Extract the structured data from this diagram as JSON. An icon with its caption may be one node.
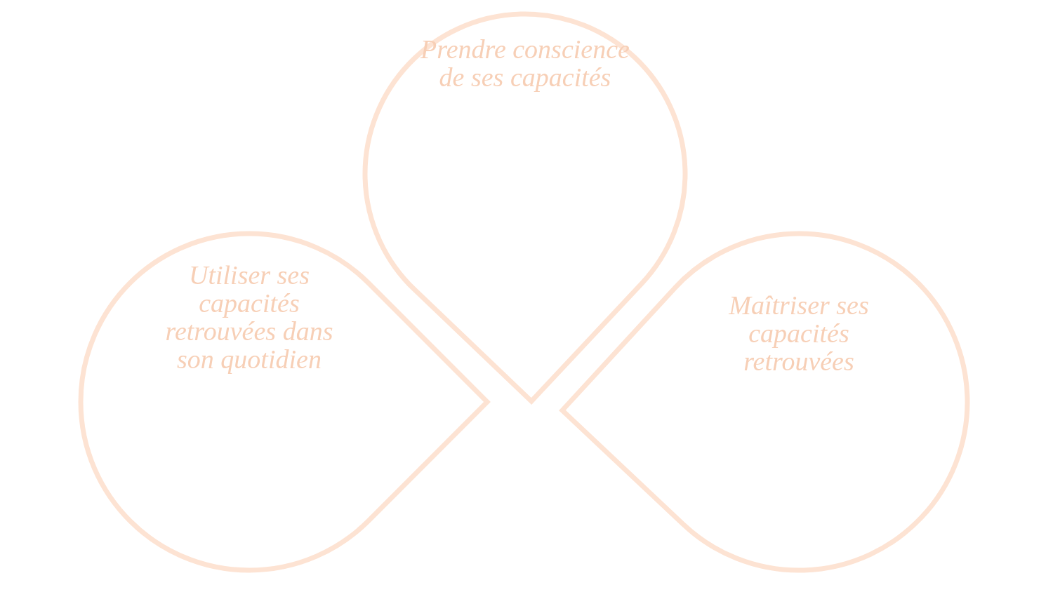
{
  "diagram": {
    "nodes": [
      {
        "text": [
          "Prendre conscience de ses capacités"
        ]
      },
      {
        "text": [
          "Utiliser ses capacités retrouvées dans son quotidien"
        ]
      },
      {
        "text": [
          "Maîtriser ses capacités retrouvées"
        ]
      }
    ]
  }
}
